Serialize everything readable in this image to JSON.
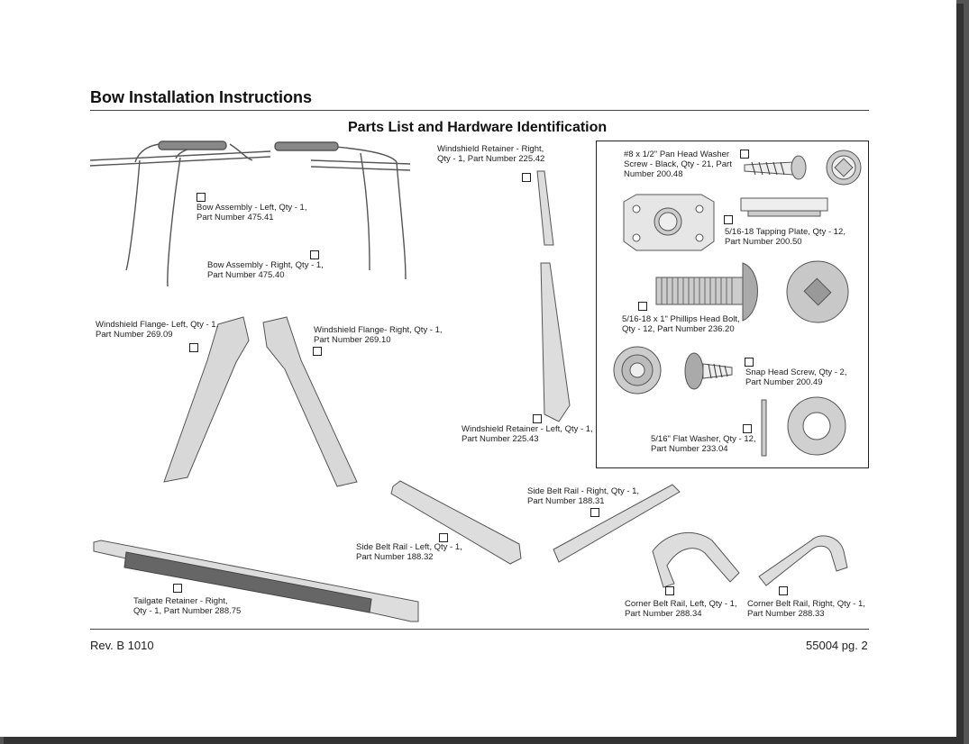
{
  "header": {
    "title": "Bow Installation Instructions"
  },
  "subtitle": "Parts List and  Hardware Identification",
  "parts": {
    "bow_left": [
      "Bow Assembly - Left, Qty - 1,",
      "Part Number 475.41"
    ],
    "bow_right": [
      "Bow Assembly - Right, Qty - 1,",
      "Part Number 475.40"
    ],
    "ws_retainer_right": [
      "Windshield Retainer - Right,",
      "Qty - 1, Part Number 225.42"
    ],
    "ws_retainer_left": [
      "Windshield Retainer - Left, Qty - 1,",
      "Part Number 225.43"
    ],
    "ws_flange_left": [
      "Windshield Flange- Left, Qty - 1,",
      "Part Number 269.09"
    ],
    "ws_flange_right": [
      "Windshield Flange- Right, Qty - 1,",
      "Part Number 269.10"
    ],
    "side_rail_right": [
      "Side Belt Rail - Right, Qty - 1,",
      "Part Number 188.31"
    ],
    "side_rail_left": [
      "Side Belt Rail - Left, Qty - 1,",
      "Part Number 188.32"
    ],
    "tailgate": [
      "Tailgate Retainer - Right,",
      "Qty - 1, Part Number 288.75"
    ],
    "corner_left": [
      "Corner Belt Rail, Left, Qty - 1,",
      "Part Number 288.34"
    ],
    "corner_right": [
      "Corner Belt Rail, Right, Qty - 1,",
      "Part Number 288.33"
    ]
  },
  "hardware": {
    "pan_screw": [
      "#8 x 1/2\" Pan Head Washer",
      "Screw - Black, Qty - 21, Part",
      "Number 200.48"
    ],
    "tapping_plate": [
      "5/16-18 Tapping Plate, Qty - 12,",
      "Part Number 200.50"
    ],
    "phillips_bolt": [
      "5/16-18 x 1\" Phillips Head Bolt,",
      "Qty - 12, Part Number 236.20"
    ],
    "snap_screw": [
      "Snap Head Screw, Qty - 2,",
      "Part Number 200.49"
    ],
    "flat_washer": [
      "5/16\" Flat Washer, Qty - 12,",
      "Part Number 233.04"
    ]
  },
  "footer": {
    "revision": "Rev. B 1010",
    "page": "55004 pg. 2"
  }
}
